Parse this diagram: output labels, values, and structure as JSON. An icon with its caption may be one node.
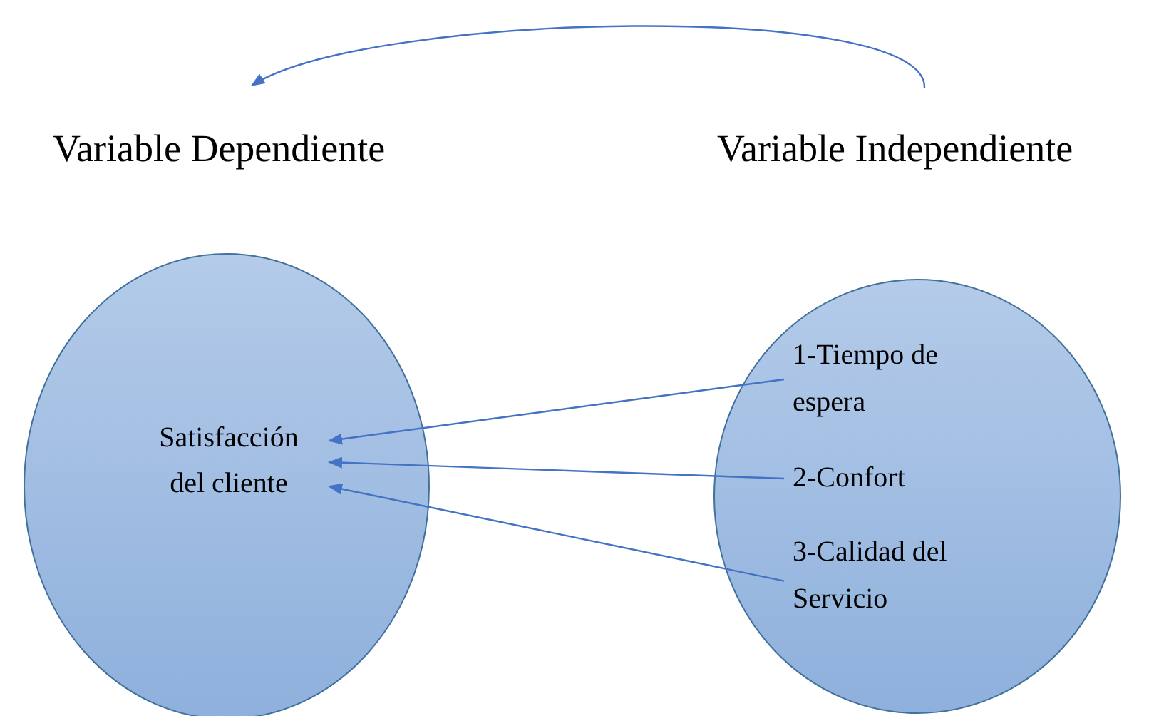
{
  "diagram": {
    "nodes": [
      {
        "text": [
          "Variable Dependiente"
        ]
      },
      {
        "text": [
          "Variable Independiente"
        ]
      },
      {
        "text": [
          "Satisfacción del cliente"
        ]
      },
      {
        "text": [],
        "shape": "circle"
      },
      {
        "text": [
          "1-Tiempo de espera"
        ],
        "in": 3
      },
      {
        "text": [
          "2-Confort"
        ],
        "in": 3
      },
      {
        "text": [
          "3-Calidad del Servicio"
        ],
        "in": 3
      }
    ],
    "edges": [
      {
        "from": 1,
        "to": 0,
        "arrow": "to"
      },
      {
        "from": 4,
        "to": 2,
        "arrow": "to"
      },
      {
        "from": 5,
        "to": 2,
        "arrow": "to"
      },
      {
        "from": 6,
        "to": 2,
        "arrow": "to"
      }
    ]
  }
}
